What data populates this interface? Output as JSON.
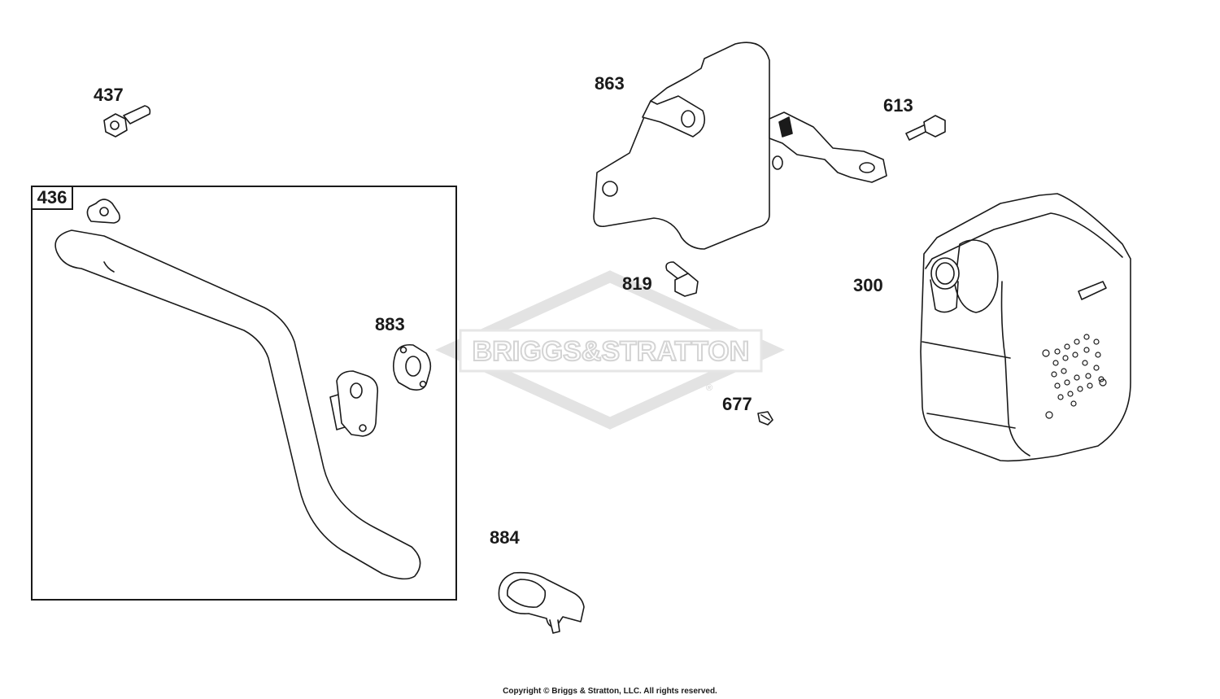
{
  "watermark": {
    "text": "BRIGGS&STRATTON",
    "mark": "®"
  },
  "copyright": "Copyright © Briggs & Stratton, LLC. All rights reserved.",
  "parts": [
    {
      "id": "437",
      "label": "437"
    },
    {
      "id": "436",
      "label": "436"
    },
    {
      "id": "883",
      "label": "883"
    },
    {
      "id": "884",
      "label": "884"
    },
    {
      "id": "863",
      "label": "863"
    },
    {
      "id": "613",
      "label": "613"
    },
    {
      "id": "819",
      "label": "819"
    },
    {
      "id": "300",
      "label": "300"
    },
    {
      "id": "677",
      "label": "677"
    }
  ],
  "colors": {
    "line": "#1a1a1a",
    "watermark": "#e6e6e6",
    "background": "#ffffff"
  }
}
